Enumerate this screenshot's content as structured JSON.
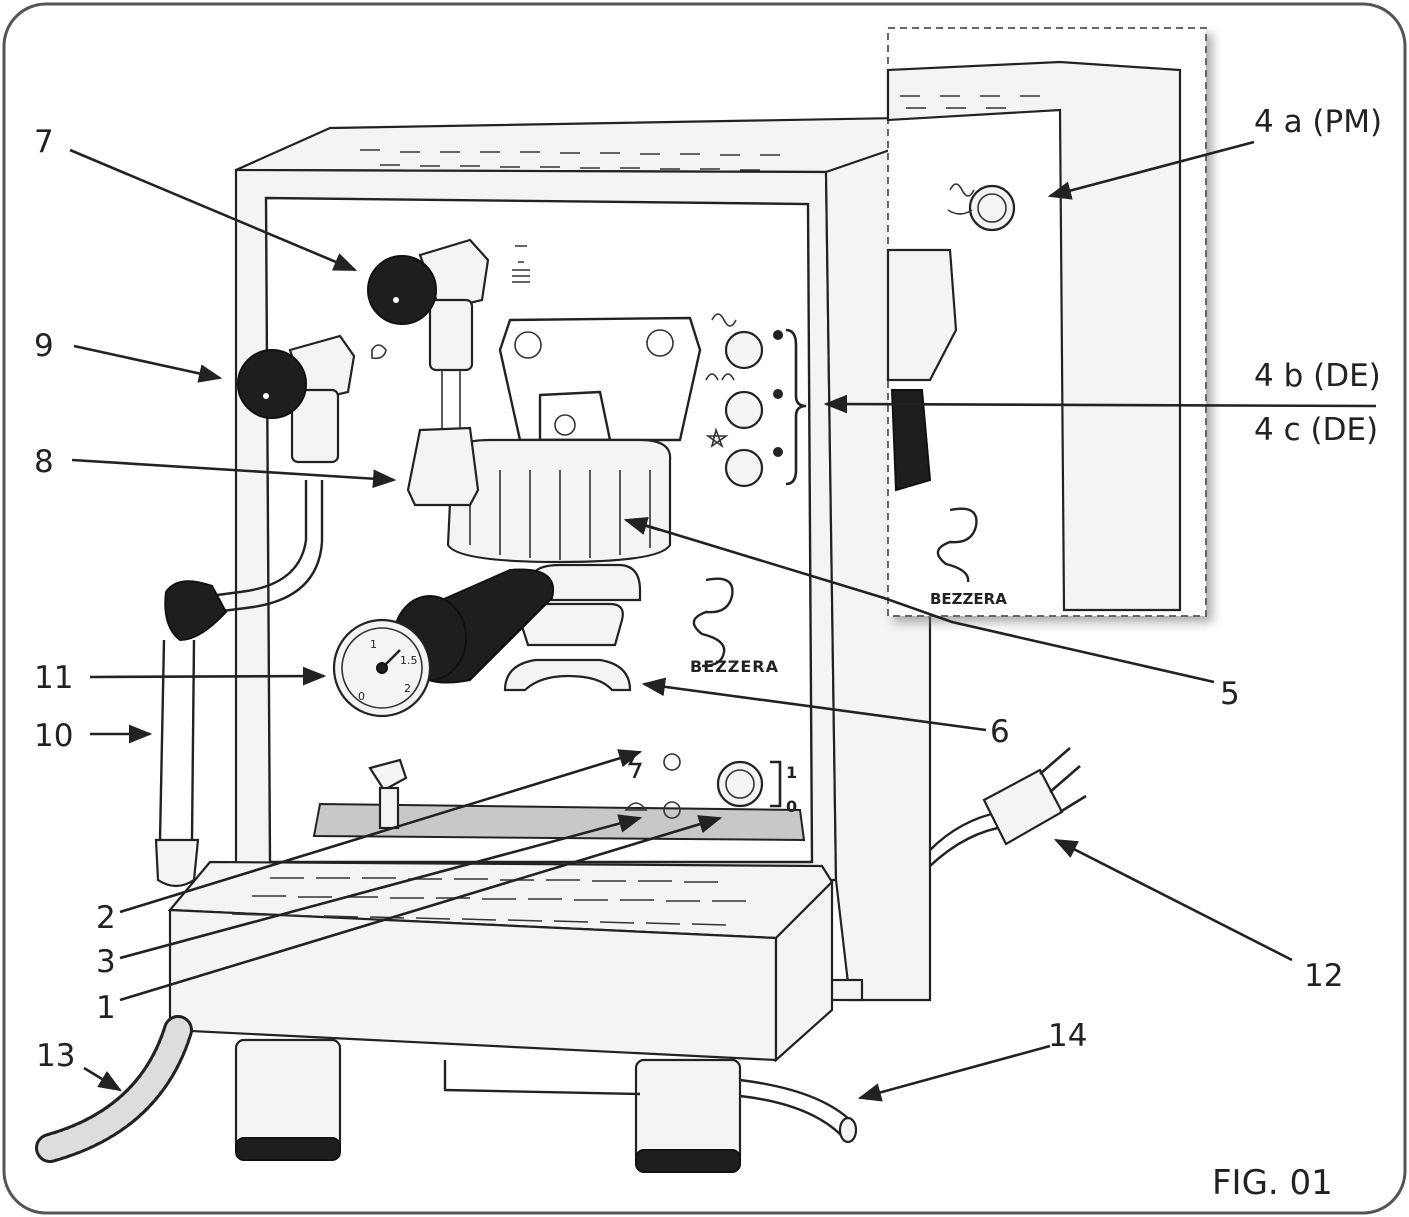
{
  "figure": {
    "caption": "FIG. 01",
    "brand": "BEZZERA"
  },
  "callouts": [
    {
      "id": "7",
      "text": "7"
    },
    {
      "id": "9",
      "text": "9"
    },
    {
      "id": "8",
      "text": "8"
    },
    {
      "id": "11",
      "text": "11"
    },
    {
      "id": "10",
      "text": "10"
    },
    {
      "id": "2",
      "text": "2"
    },
    {
      "id": "3",
      "text": "3"
    },
    {
      "id": "1",
      "text": "1"
    },
    {
      "id": "13",
      "text": "13"
    },
    {
      "id": "14",
      "text": "14"
    },
    {
      "id": "12",
      "text": "12"
    },
    {
      "id": "6",
      "text": "6"
    },
    {
      "id": "5",
      "text": "5"
    },
    {
      "id": "4a",
      "text": "4 a (PM)"
    },
    {
      "id": "4b",
      "text": "4 b (DE)"
    },
    {
      "id": "4c",
      "text": "4 c (DE)"
    }
  ],
  "switch_marks": {
    "on": "1",
    "off": "0"
  },
  "gauge_ticks": [
    "0",
    "1",
    "1.5",
    "2"
  ],
  "colors": {
    "ink": "#222222",
    "frame": "#555555",
    "knob": "#1e1e1e",
    "tray": "#c8c8c8"
  }
}
